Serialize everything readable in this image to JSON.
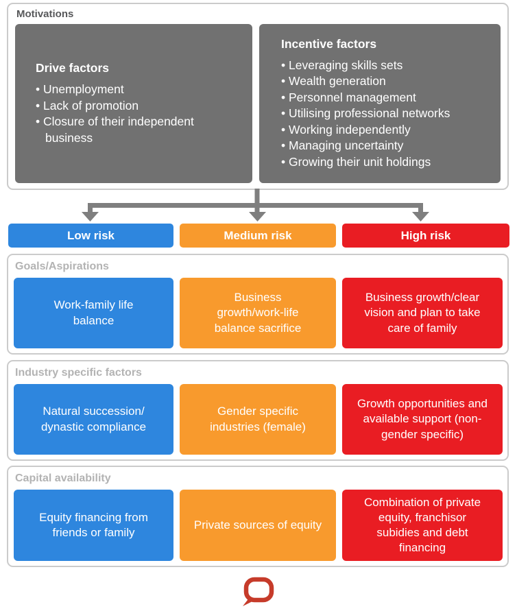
{
  "colors": {
    "blue": "#2e86de",
    "orange": "#f89a2d",
    "red": "#e91d23",
    "gray_box": "#717171",
    "arrow": "#7f7f7f",
    "border": "#cbcbcb",
    "section_label": "#b3b3b3",
    "title": "#57585a",
    "logo": "#c63b2a"
  },
  "motivations": {
    "title": "Motivations",
    "drive": {
      "heading": "Drive factors",
      "items": [
        "Unemployment",
        "Lack of promotion",
        "Closure of their independent business"
      ]
    },
    "incentive": {
      "heading": "Incentive factors",
      "items": [
        "Leveraging skills sets",
        "Wealth generation",
        "Personnel management",
        "Utilising professional networks",
        "Working independently",
        "Managing uncertainty",
        "Growing their unit holdings"
      ]
    }
  },
  "risk_levels": [
    {
      "label": "Low risk",
      "color": "#2e86de"
    },
    {
      "label": "Medium risk",
      "color": "#f89a2d"
    },
    {
      "label": "High risk",
      "color": "#e91d23"
    }
  ],
  "sections": [
    {
      "label": "Goals/Aspirations",
      "cells": [
        "Work-family life balance",
        "Business growth/work-life balance sacrifice",
        "Business growth/clear vision and plan to take care of family"
      ]
    },
    {
      "label": "Industry specific factors",
      "cells": [
        "Natural succession/ dynastic compliance",
        "Gender specific industries (female)",
        "Growth opportunities and available support (non-gender specific)"
      ]
    },
    {
      "label": "Capital availability",
      "cells": [
        "Equity financing from friends or family",
        "Private sources of equity",
        "Combination of private equity, franchisor subidies and debt financing"
      ]
    }
  ],
  "logo": {
    "name": "speech-bubble-logo"
  }
}
